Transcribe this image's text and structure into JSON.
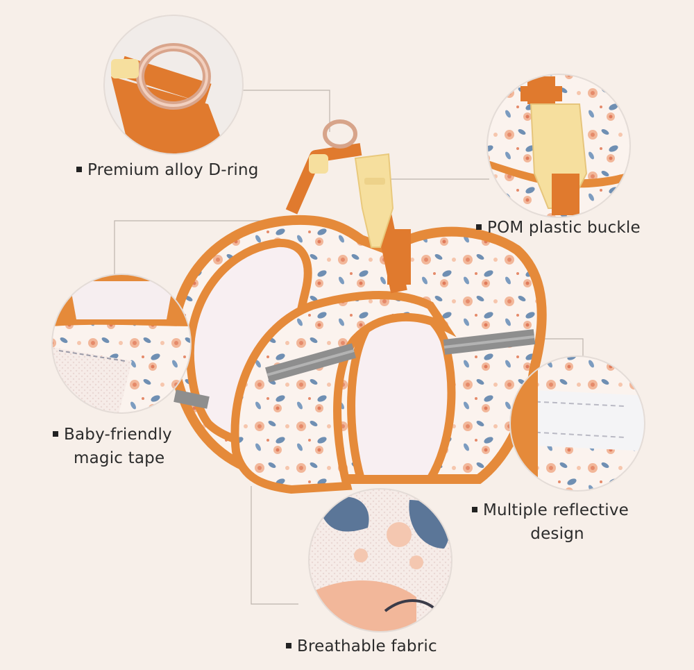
{
  "callouts": {
    "d_ring": "Premium alloy D-ring",
    "buckle": "POM plastic buckle",
    "magic_tape_line1": "Baby-friendly",
    "magic_tape_line2": "magic tape",
    "reflective_line1": "Multiple reflective",
    "reflective_line2": "design",
    "fabric": "Breathable fabric"
  },
  "colors": {
    "background": "#f7efe9",
    "orange": "#e58a3a",
    "orange_dark": "#d9742b",
    "buckle": "#f6df9e",
    "reflective": "#8e8e8e",
    "floral_blue": "#6f8fb3",
    "floral_peach": "#f2b79a",
    "mesh": "#f6eef0"
  }
}
